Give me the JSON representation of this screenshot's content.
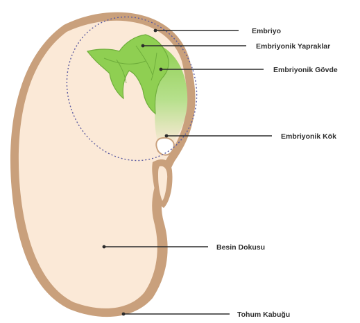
{
  "labels": {
    "embryo": "Embriyo",
    "embryonic_leaves": "Embriyonik Yapraklar",
    "embryonic_stem": "Embriyonik Gövde",
    "embryonic_root": "Embriyonik Kök",
    "food_tissue": "Besin Dokusu",
    "seed_coat": "Tohum Kabuğu"
  },
  "colors": {
    "seed_coat": "#c9a07c",
    "seed_interior": "#fbe9d7",
    "leaf": "#8fcf52",
    "leaf_dark": "#5f9e32",
    "embryo_outline": "#5a5aa0",
    "pointer": "#2b2b2b"
  }
}
